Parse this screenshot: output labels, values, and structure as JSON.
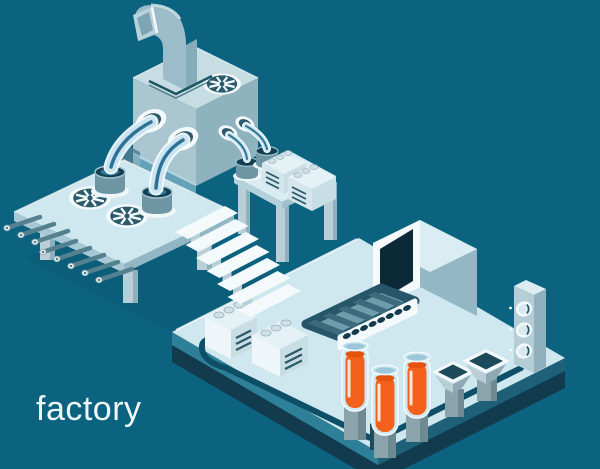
{
  "caption": {
    "text": "factory"
  },
  "scene": {
    "description": "isometric factory illustration",
    "bottle_count": 3,
    "stair_step_count": 7,
    "fan_count": 3,
    "hopper_count": 2,
    "signal_tower_dials": 3
  },
  "colors": {
    "bg": "#0b6380",
    "caption": "#eef6f7",
    "white": "#f4fafc",
    "platform_top": "#cfe7ee",
    "platform_side_sw": "#2e7f98",
    "platform_side_se": "#1f6079",
    "platform_base": "#123c4e",
    "machine_top": "#c6dde4",
    "machine_front": "#a9c6d1",
    "machine_side": "#8fb2bf",
    "chimney": "#9dbcca",
    "chimney_side": "#86abb9",
    "dark_teal": "#2a5a6b",
    "opening": "#0c2938",
    "belt": "#6f9dac",
    "belt_stripe": "#3d6b7c",
    "belt_border": "#27566b",
    "pipe": "#0e4f68",
    "pedestal": "#8ba4ac",
    "vat_body": "#6d95a3",
    "vat_top": "#123f52",
    "vat_liquid": "#2d7ba0",
    "glass": "#c3e2ee",
    "stream": "#2d7296",
    "orange": "#f4611c",
    "orange_dark": "#e5520e",
    "leg_light": "#b8cfd8",
    "leg_dark": "#8fb0bd",
    "box_face": "#e4f1f5",
    "box_side": "#c9dde4"
  }
}
